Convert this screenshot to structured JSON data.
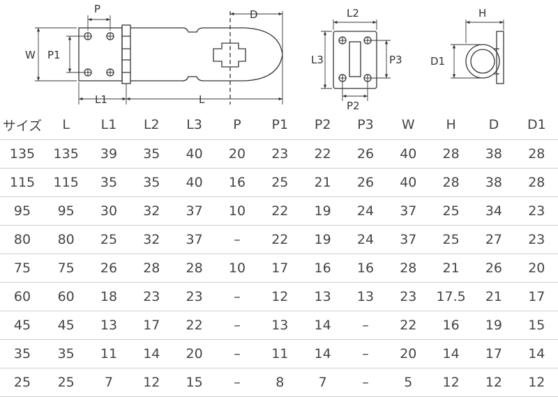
{
  "diagram": {
    "view1": {
      "P": "P",
      "W": "W",
      "P1": "P1",
      "L1": "L1",
      "L": "L",
      "D": "D"
    },
    "view2": {
      "L2": "L2",
      "L3": "L3",
      "P3": "P3",
      "P2": "P2"
    },
    "view3": {
      "H": "H",
      "D1": "D1"
    }
  },
  "table": {
    "headers": [
      "サイズ",
      "L",
      "L1",
      "L2",
      "L3",
      "P",
      "P1",
      "P2",
      "P3",
      "W",
      "H",
      "D",
      "D1"
    ],
    "rows": [
      [
        "135",
        "135",
        "39",
        "35",
        "40",
        "20",
        "23",
        "22",
        "26",
        "40",
        "28",
        "38",
        "28"
      ],
      [
        "115",
        "115",
        "35",
        "35",
        "40",
        "16",
        "25",
        "21",
        "26",
        "40",
        "28",
        "38",
        "28"
      ],
      [
        "95",
        "95",
        "30",
        "32",
        "37",
        "10",
        "22",
        "19",
        "24",
        "37",
        "25",
        "34",
        "23"
      ],
      [
        "80",
        "80",
        "25",
        "32",
        "37",
        "–",
        "22",
        "19",
        "24",
        "37",
        "25",
        "27",
        "23"
      ],
      [
        "75",
        "75",
        "26",
        "28",
        "28",
        "10",
        "17",
        "16",
        "16",
        "28",
        "21",
        "26",
        "20"
      ],
      [
        "60",
        "60",
        "18",
        "23",
        "23",
        "–",
        "12",
        "13",
        "13",
        "23",
        "17.5",
        "21",
        "17"
      ],
      [
        "45",
        "45",
        "13",
        "17",
        "22",
        "–",
        "13",
        "14",
        "–",
        "22",
        "16",
        "19",
        "15"
      ],
      [
        "35",
        "35",
        "11",
        "14",
        "20",
        "–",
        "11",
        "14",
        "–",
        "20",
        "14",
        "17",
        "14"
      ],
      [
        "25",
        "25",
        "7",
        "12",
        "15",
        "–",
        "8",
        "7",
        "–",
        "5",
        "12",
        "12",
        "12"
      ]
    ]
  }
}
